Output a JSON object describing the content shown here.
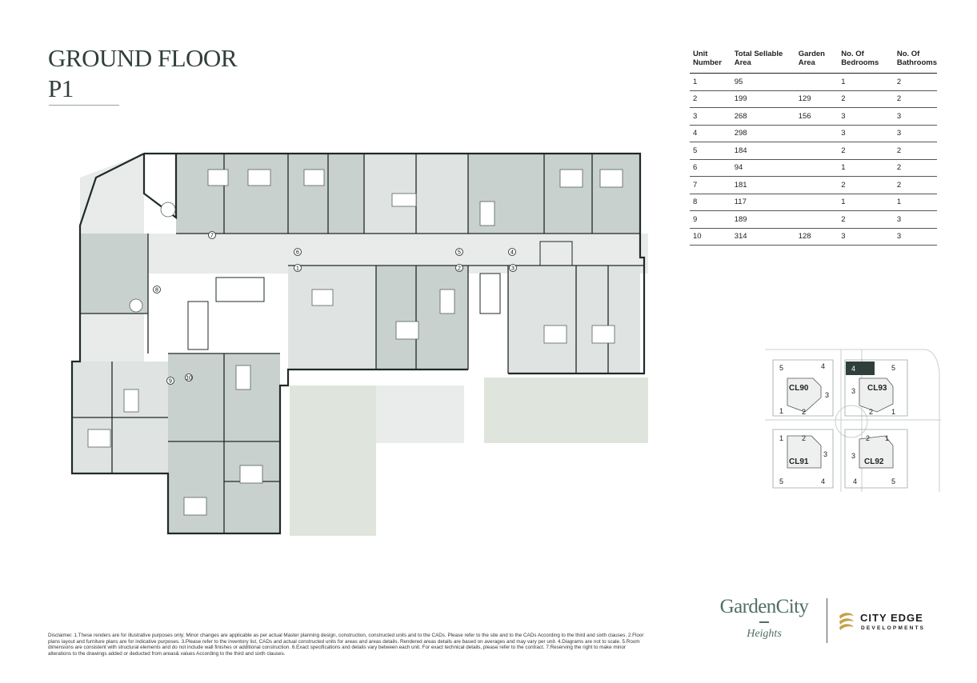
{
  "header": {
    "title_line1": "GROUND FLOOR",
    "title_line2": "P1"
  },
  "table": {
    "headers": [
      [
        "Unit",
        "Number"
      ],
      [
        "Total Sellable",
        "Area"
      ],
      [
        "Garden",
        "Area"
      ],
      [
        "No. Of",
        "Bedrooms"
      ],
      [
        "No. Of",
        "Bathrooms"
      ]
    ],
    "rows": [
      [
        "1",
        "95",
        "",
        "1",
        "2"
      ],
      [
        "2",
        "199",
        "129",
        "2",
        "2"
      ],
      [
        "3",
        "268",
        "156",
        "3",
        "3"
      ],
      [
        "4",
        "298",
        "",
        "3",
        "3"
      ],
      [
        "5",
        "184",
        "",
        "2",
        "2"
      ],
      [
        "6",
        "94",
        "",
        "1",
        "2"
      ],
      [
        "7",
        "181",
        "",
        "2",
        "2"
      ],
      [
        "8",
        "117",
        "",
        "1",
        "1"
      ],
      [
        "9",
        "189",
        "",
        "2",
        "3"
      ],
      [
        "10",
        "314",
        "128",
        "3",
        "3"
      ]
    ]
  },
  "floorplan": {
    "unit_markers": [
      "1",
      "2",
      "3",
      "4",
      "5",
      "6",
      "7",
      "8",
      "9",
      "10"
    ]
  },
  "keyplan": {
    "buildings": [
      {
        "label": "CL90",
        "numbers": [
          "5",
          "4",
          "3",
          "1",
          "2"
        ]
      },
      {
        "label": "CL93",
        "numbers": [
          "4",
          "5",
          "3",
          "2",
          "1"
        ],
        "highlighted": "4"
      },
      {
        "label": "CL91",
        "numbers": [
          "1",
          "2",
          "3",
          "5",
          "4"
        ]
      },
      {
        "label": "CL92",
        "numbers": [
          "2",
          "1",
          "3",
          "4",
          "5"
        ]
      }
    ]
  },
  "disclaimer": "Disclaimer. 1.These renders are for illustrative purposes only; Minor changes are applicable as per actual Master planning design, construction, constructed units and to the CADs. Please refer to the site and to the CADs According to the third and sixth clauses. 2.Floor plans layout and furniture plans are for indicative purposes. 3.Please refer to the inventory list, CADs and actual constructed units for areas and areas details. Rendered areas details are based on averages and may vary per unit. 4.Diagrams are not to scale. 5.Room dimensions are consistent with structural elements and do not include wall finishes or additional construction. 6.Exact specifications and details vary between each unit. For exact technical details, please refer to the contract. 7.Reserving the right to make minor alterations to the drawings added or deducted from areas& values According to the third and sixth clauses.",
  "logos": {
    "project_name": "GardenCity",
    "project_sub": "Heights",
    "developer_name": "CITY EDGE",
    "developer_sub": "DEVELOPMENTS"
  },
  "colors": {
    "title": "#2f3f3c",
    "unit_fill": "#c9d1cf",
    "corridor_fill": "#e8ebea",
    "garden_fill": "#dfe5dd",
    "wall": "#1f2a28",
    "keyplan_highlight": "#2f3f3c",
    "brand_green": "#4f6e67",
    "brand_gold": "#c7a04b"
  }
}
